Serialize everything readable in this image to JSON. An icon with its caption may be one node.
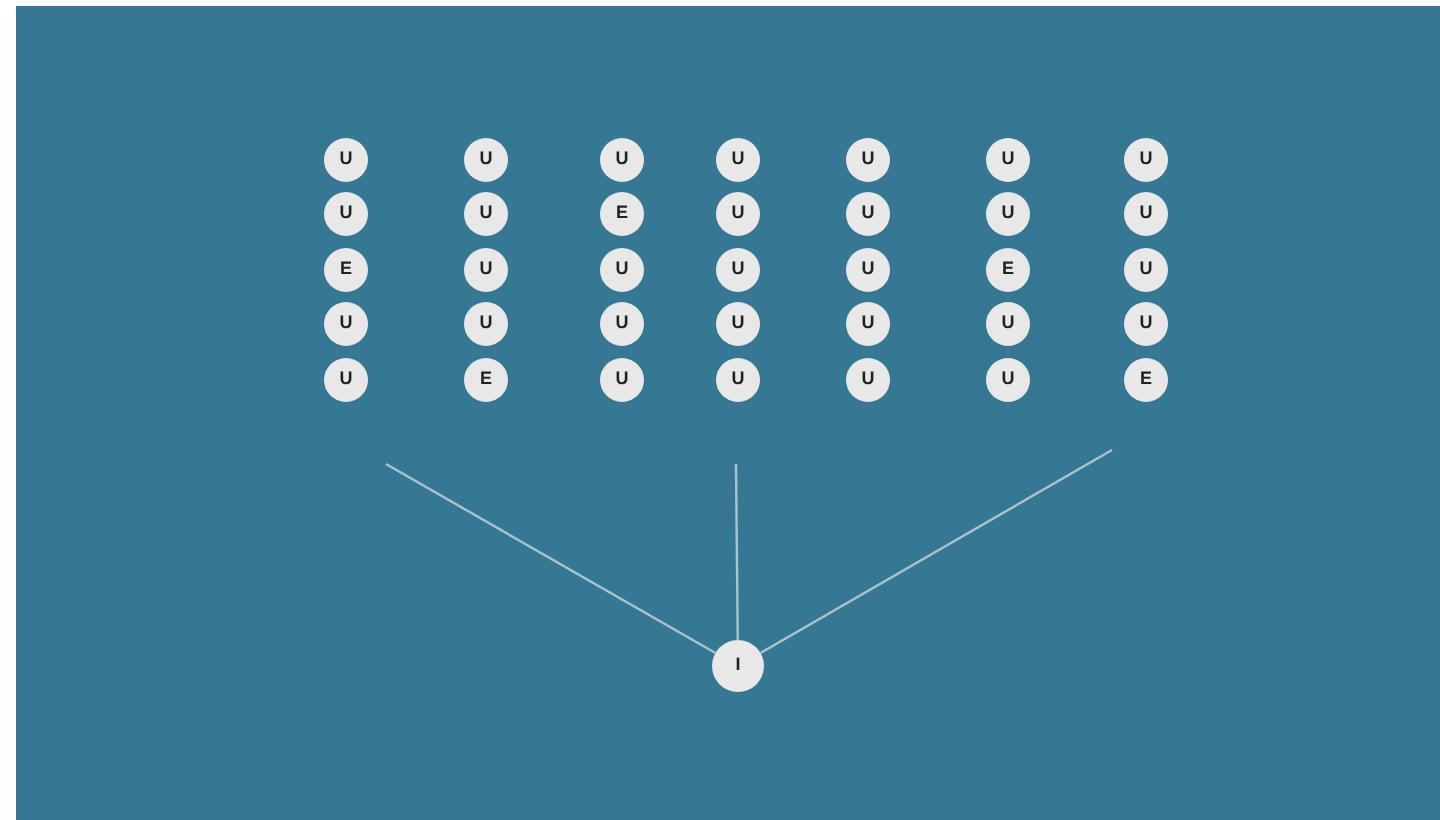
{
  "diagram": {
    "nodes": [
      {
        "text": [
          "U"
        ]
      },
      {
        "text": [
          "U"
        ]
      },
      {
        "text": [
          "U"
        ]
      },
      {
        "text": [
          "U"
        ]
      },
      {
        "text": [
          "U"
        ]
      },
      {
        "text": [
          "U"
        ]
      },
      {
        "text": [
          "U"
        ]
      },
      {
        "text": [
          "U"
        ]
      },
      {
        "text": [
          "U"
        ]
      },
      {
        "text": [
          "E"
        ]
      },
      {
        "text": [
          "U"
        ]
      },
      {
        "text": [
          "U"
        ]
      },
      {
        "text": [
          "U"
        ]
      },
      {
        "text": [
          "U"
        ]
      },
      {
        "text": [
          "E"
        ]
      },
      {
        "text": [
          "U"
        ]
      },
      {
        "text": [
          "U"
        ]
      },
      {
        "text": [
          "U"
        ]
      },
      {
        "text": [
          "U"
        ]
      },
      {
        "text": [
          "E"
        ]
      },
      {
        "text": [
          "U"
        ]
      },
      {
        "text": [
          "U"
        ]
      },
      {
        "text": [
          "U"
        ]
      },
      {
        "text": [
          "U"
        ]
      },
      {
        "text": [
          "U"
        ]
      },
      {
        "text": [
          "U"
        ]
      },
      {
        "text": [
          "U"
        ]
      },
      {
        "text": [
          "U"
        ]
      },
      {
        "text": [
          "U"
        ]
      },
      {
        "text": [
          "E"
        ]
      },
      {
        "text": [
          "U"
        ]
      },
      {
        "text": [
          "U"
        ]
      },
      {
        "text": [
          "U"
        ]
      },
      {
        "text": [
          "U"
        ]
      },
      {
        "text": [
          "E"
        ]
      },
      {
        "text": [
          "I"
        ]
      }
    ],
    "edges": [
      {
        "from": null,
        "to": 35,
        "arrow": "none"
      },
      {
        "from": null,
        "to": 35,
        "arrow": "none"
      },
      {
        "from": null,
        "to": 35,
        "arrow": "none"
      }
    ]
  }
}
